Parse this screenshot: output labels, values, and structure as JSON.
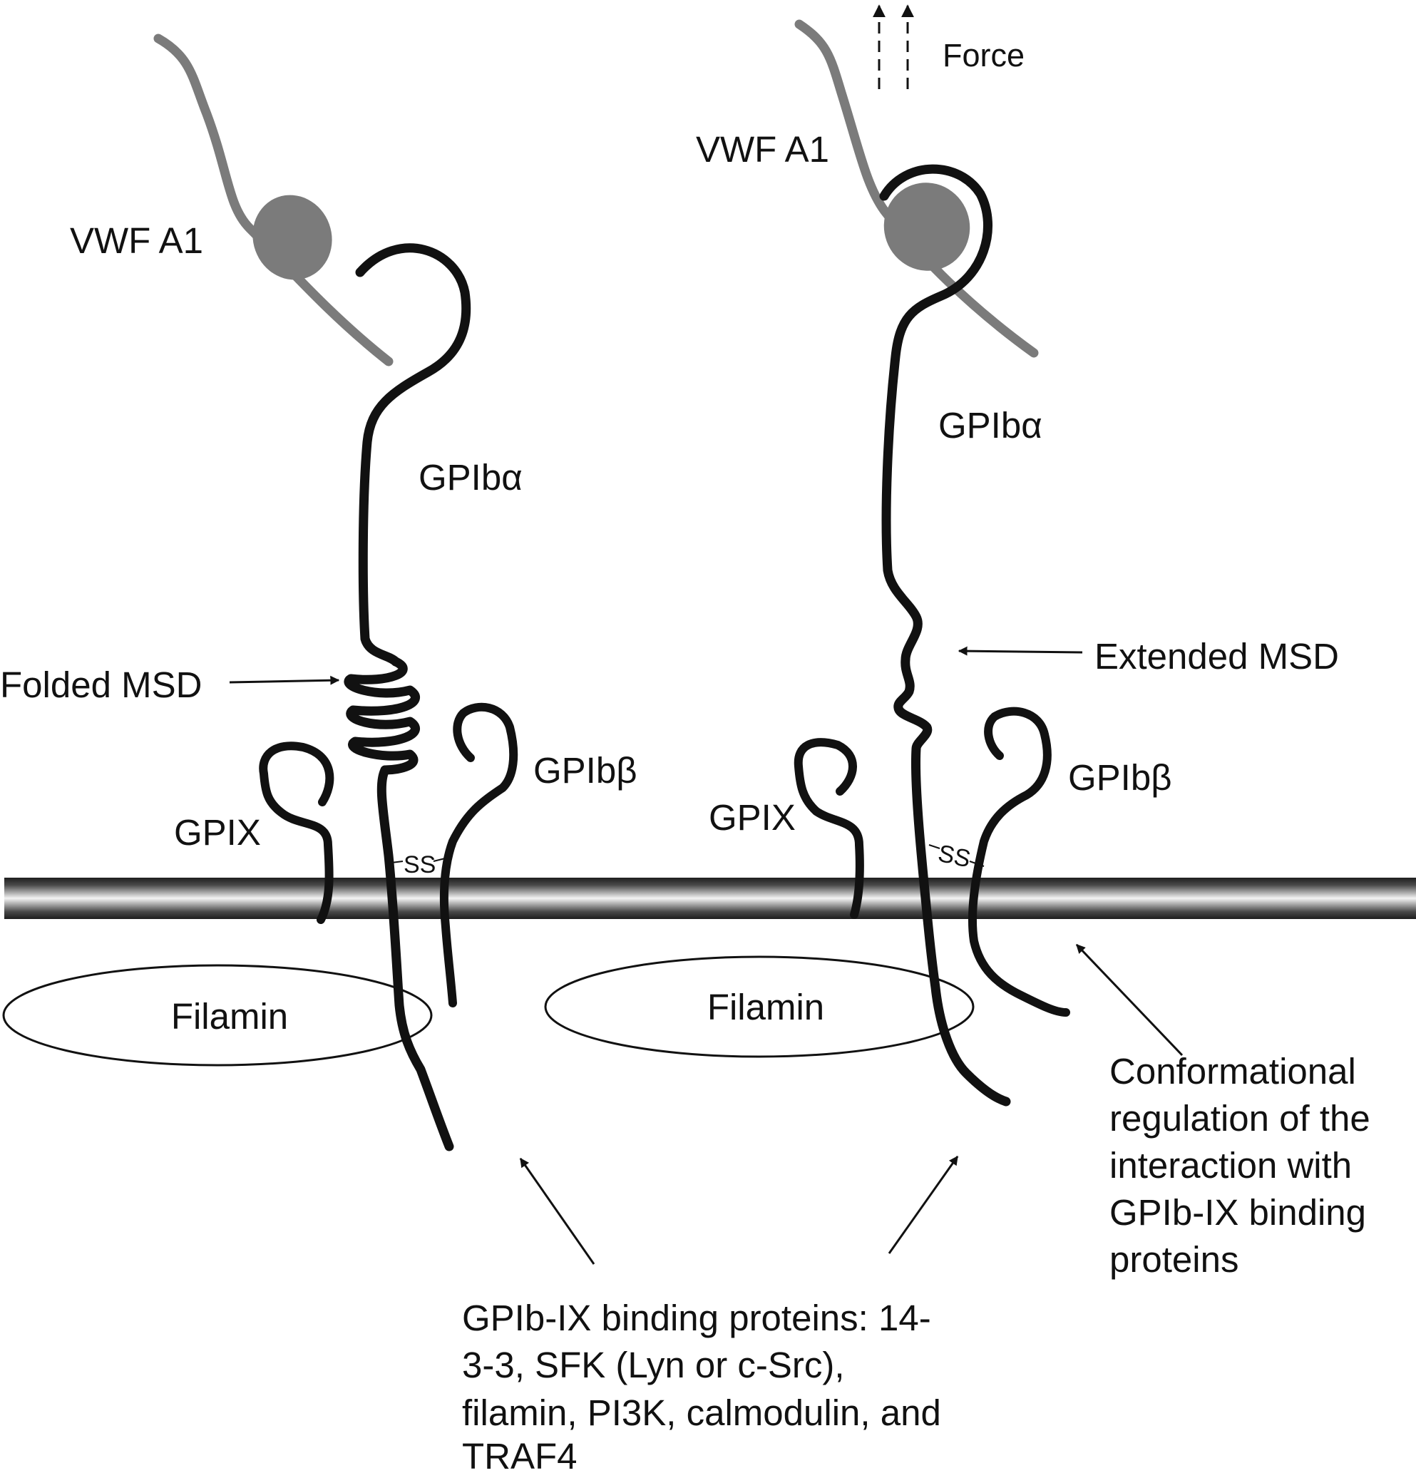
{
  "colors": {
    "chain": "#111111",
    "vwf": "#7b7b7b",
    "membrane_edge": "#1e1e1e",
    "membrane_highlight": "#f4f4f4"
  },
  "left_state": {
    "vwf_label": "VWF A1",
    "gpiba_label": "GPIbα",
    "msd_label": "Folded MSD",
    "gpix_label": "GPIX",
    "gpibb_label": "GPIbβ",
    "disulfide_label": "SS",
    "filamin_label": "Filamin"
  },
  "right_state": {
    "force_label": "Force",
    "vwf_label": "VWF A1",
    "gpiba_label": "GPIbα",
    "msd_label": "Extended MSD",
    "gpix_label": "GPIX",
    "gpibb_label": "GPIbβ",
    "disulfide_label": "SS",
    "filamin_label": "Filamin"
  },
  "conformational_note": [
    "Conformational",
    "regulation of the",
    "interaction with",
    "GPIb-IX binding",
    "proteins"
  ],
  "binding_proteins_note": [
    "GPIb-IX binding proteins: 14-",
    "3-3, SFK (Lyn or c-Src),",
    "filamin, PI3K, calmodulin, and",
    "TRAF4"
  ]
}
